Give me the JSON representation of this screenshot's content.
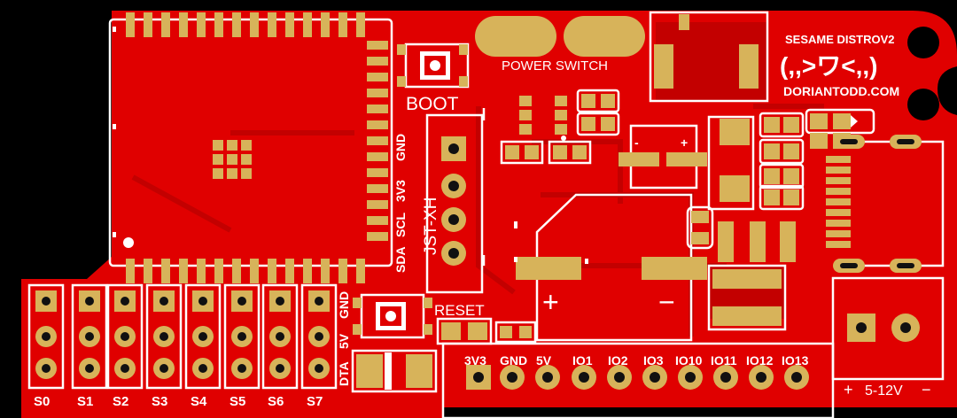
{
  "board": {
    "colors": {
      "board": "#e00000",
      "trace": "#c30000",
      "pad": "#d7b35a",
      "silk": "#ffffff",
      "hole": "#111111",
      "background": "#000000"
    }
  },
  "labels": {
    "title": "SESAME DISTROV2",
    "face": "(,,>ワ<,,)",
    "url": "DORIANTODD.COM",
    "power_switch": "POWER SWITCH",
    "boot": "BOOT",
    "reset": "RESET",
    "jst": "JST-XH",
    "i2c": [
      "SDA",
      "SCL",
      "3V3",
      "GND"
    ],
    "servo_rails": [
      "DTA",
      "5V",
      "GND"
    ],
    "servos": [
      "S0",
      "S1",
      "S2",
      "S3",
      "S4",
      "S5",
      "S6",
      "S7"
    ],
    "headers": [
      "3V3",
      "GND",
      "5V",
      "IO1",
      "IO2",
      "IO3",
      "IO10",
      "IO11",
      "IO12",
      "IO13"
    ],
    "power_in": {
      "plus": "+",
      "range": "5-12V",
      "minus": "−"
    },
    "cap_plus": "+",
    "cap_minus": "−",
    "small_plus": "+",
    "small_minus": "-"
  }
}
